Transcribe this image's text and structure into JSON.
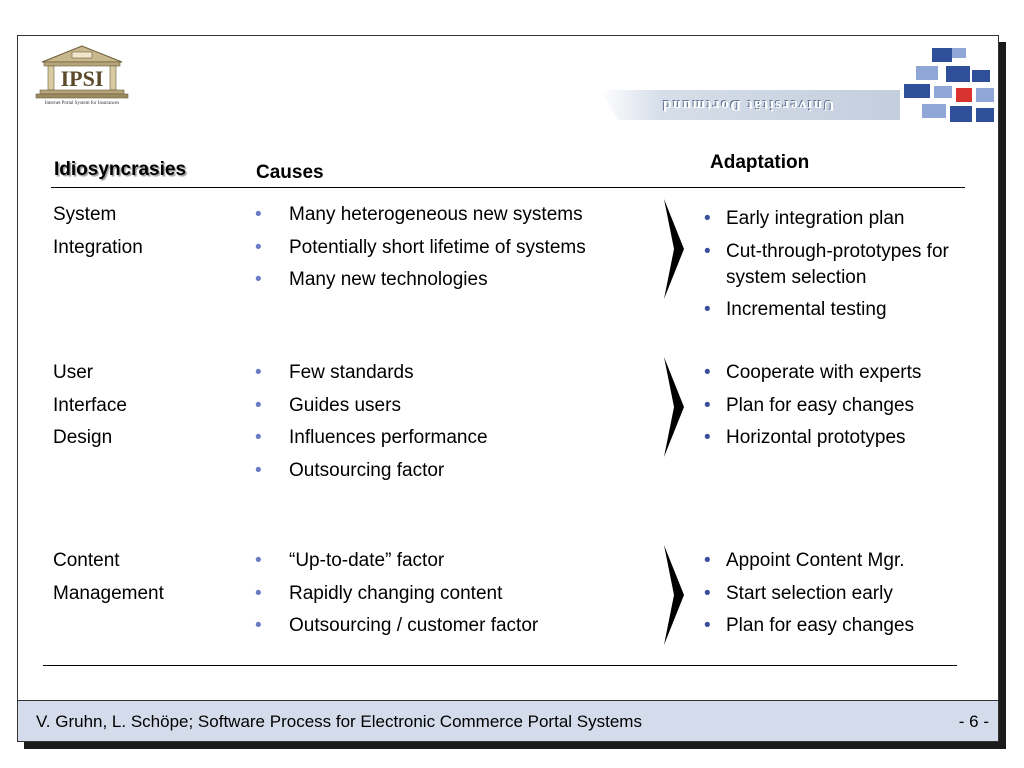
{
  "header": {
    "logo_text": "IPSI",
    "logo_caption": "Internet Portal System for Insurances",
    "university": "Universität Dortmund"
  },
  "columns": {
    "idiosyncrasies": "Idiosyncrasies",
    "causes": "Causes",
    "adaptation": "Adaptation"
  },
  "rows": [
    {
      "idiosyncrasy": [
        "System",
        "Integration"
      ],
      "causes": [
        "Many heterogeneous new systems",
        "Potentially short lifetime of systems",
        "Many new technologies"
      ],
      "adaptations": [
        "Early integration plan",
        "Cut-through-prototypes for system selection",
        "Incremental testing"
      ]
    },
    {
      "idiosyncrasy": [
        "User",
        "Interface",
        "Design"
      ],
      "causes": [
        "Few standards",
        "Guides users",
        "Influences performance",
        "Outsourcing factor"
      ],
      "adaptations": [
        "Cooperate with experts",
        "Plan for easy changes",
        "Horizontal prototypes"
      ]
    },
    {
      "idiosyncrasy": [
        "Content",
        "Management"
      ],
      "causes": [
        "“Up-to-date” factor",
        "Rapidly changing content",
        "Outsourcing / customer factor"
      ],
      "adaptations": [
        "Appoint Content Mgr.",
        "Start selection early",
        "Plan for easy changes"
      ]
    }
  ],
  "footer": {
    "citation": "V. Gruhn, L. Schöpe; Software Process for Electronic Commerce Portal Systems",
    "page": "- 6 -"
  }
}
